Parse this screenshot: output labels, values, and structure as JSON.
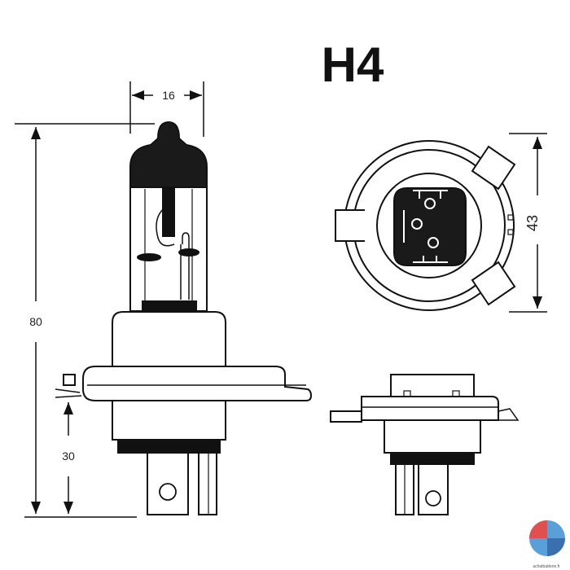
{
  "title": "H4",
  "dimensions": {
    "width": "16",
    "height": "80",
    "base_height": "30",
    "flange_diameter": "43"
  },
  "logo": {
    "text": "achatbatterie.fr",
    "colors": [
      "#e05050",
      "#5aa0d8",
      "#3a6fb0"
    ]
  },
  "colors": {
    "ink": "#111111",
    "glass_dark": "#1a1a1a",
    "background": "#ffffff"
  }
}
